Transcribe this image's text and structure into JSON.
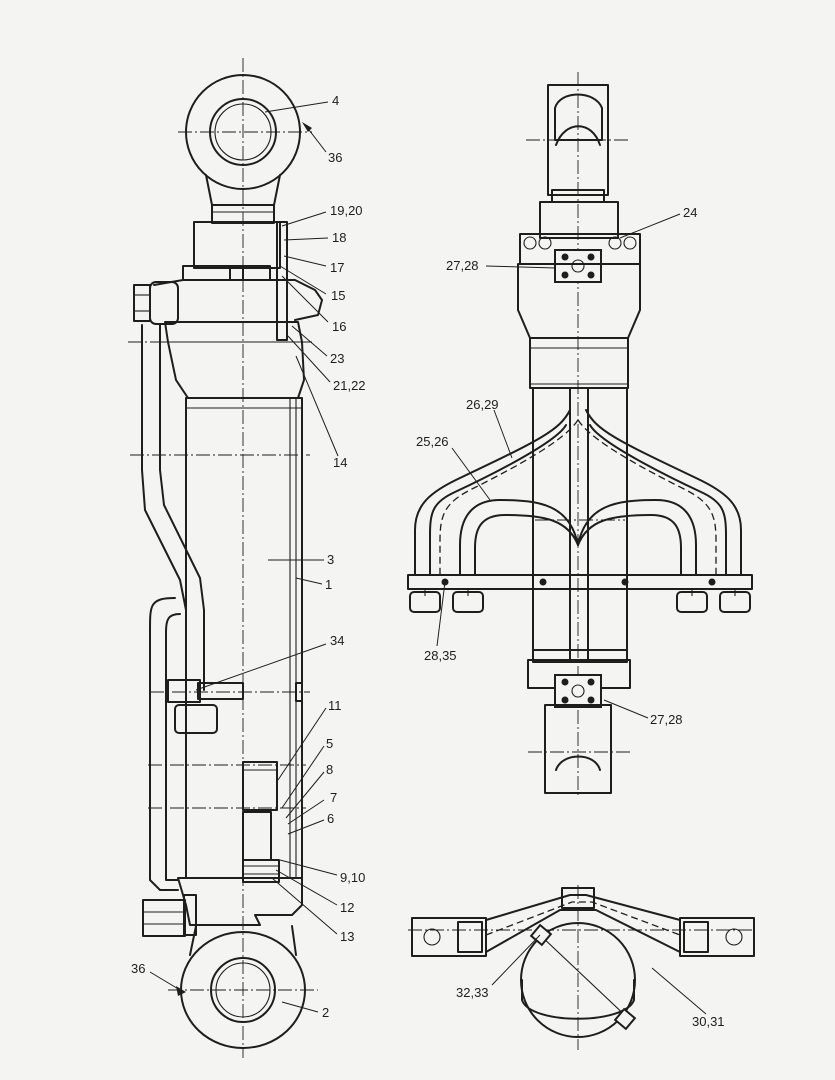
{
  "callouts": {
    "c4": "4",
    "c36_top": "36",
    "c19_20": "19,20",
    "c18": "18",
    "c17": "17",
    "c15": "15",
    "c16": "16",
    "c23": "23",
    "c21_22": "21,22",
    "c14": "14",
    "c3": "3",
    "c1": "1",
    "c34": "34",
    "c11": "11",
    "c5": "5",
    "c8": "8",
    "c7": "7",
    "c6": "6",
    "c9_10": "9,10",
    "c12": "12",
    "c13": "13",
    "c36_bottom": "36",
    "c2": "2",
    "c24": "24",
    "c27_28_top": "27,28",
    "c26_29": "26,29",
    "c25_26": "25,26",
    "c28_35": "28,35",
    "c27_28_bottom": "27,28",
    "c32_33": "32,33",
    "c30_31": "30,31"
  }
}
